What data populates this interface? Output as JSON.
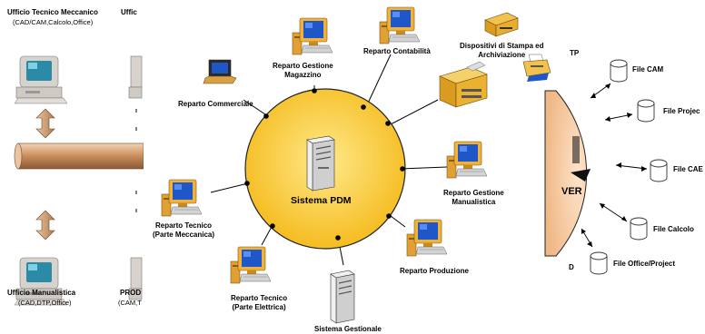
{
  "left_panel": {
    "top_left_title": "Ufficio Tecnico Meccanico",
    "top_left_sub": "(CAD/CAM,Calcolo,Office)",
    "top_right_title": "Uffic",
    "bottom_left_title": "Ufficio Manualistica",
    "bottom_left_sub": "(CAD,DTP,Office)",
    "bottom_right_title": "PROD",
    "bottom_right_sub": "(CAM,T"
  },
  "center": {
    "hub_label": "Sistema PDM",
    "nodes": [
      {
        "id": "reparto-gestione-magazzino",
        "label": "Reparto Gestione\nMagazzino"
      },
      {
        "id": "reparto-contabilita",
        "label": "Reparto Contabilità"
      },
      {
        "id": "dispositivi-stampa",
        "label": "Dispositivi di Stampa ed\nArchiviazione"
      },
      {
        "id": "reparto-commerciale",
        "label": "Reparto Commerciale"
      },
      {
        "id": "reparto-gestione-manualistica",
        "label": "Reparto Gestione\nManualistica"
      },
      {
        "id": "reparto-tecnico-meccanica",
        "label": "Reparto Tecnico\n(Parte Meccanica)"
      },
      {
        "id": "reparto-produzione",
        "label": "Reparto Produzione"
      },
      {
        "id": "reparto-tecnico-elettrica",
        "label": "Reparto Tecnico\n(Parte Elettrica)"
      },
      {
        "id": "sistema-gestionale",
        "label": "Sistema Gestionale"
      }
    ]
  },
  "right_panel": {
    "dtp_fragment": "TP",
    "server_fragment": "VER",
    "d_fragment": "D",
    "files": [
      {
        "id": "file-cam",
        "label": "File CAM"
      },
      {
        "id": "file-project",
        "label": "File Projec"
      },
      {
        "id": "file-cad",
        "label": "File CAE"
      },
      {
        "id": "file-calcolo",
        "label": "File Calcolo"
      },
      {
        "id": "file-office",
        "label": "File Office/Project"
      }
    ]
  },
  "colors": {
    "hub_fill": "#f7c21b",
    "hub_fill_center": "#ffe98a",
    "server_fill": "#f5c9a0",
    "pipe": "#d9a274",
    "monitor": "#1f57c8",
    "cpu": "#e8a21c"
  }
}
